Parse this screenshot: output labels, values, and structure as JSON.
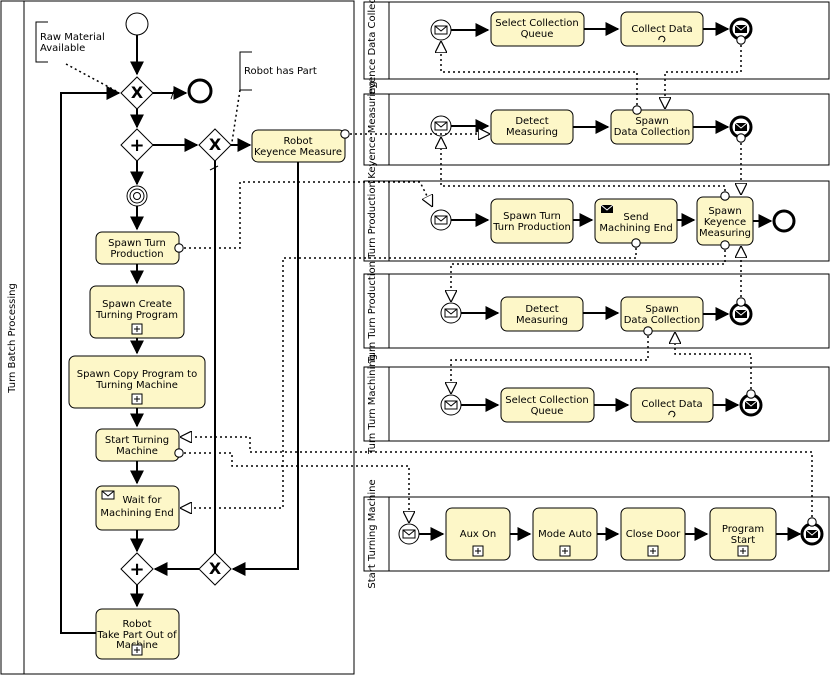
{
  "diagram": {
    "main_pool": "Turn Batch Processing",
    "lanes": {
      "keyence_data_collection": "Keyence Data Collection",
      "keyence_measuring": "Keyence Measuring",
      "turn_production": "Turn Production",
      "turn_turn_production": "Turn Turn Production",
      "turn_turn_machining": "Turn Turn Machining",
      "start_turning_machine": "Start Turning Machine"
    },
    "annotations": {
      "raw_material": [
        "Raw Material",
        "Available"
      ],
      "robot_has_part": "Robot has Part"
    },
    "tasks": {
      "robot_keyence_measure": [
        "Robot",
        "Keyence Measure"
      ],
      "spawn_turn_production": [
        "Spawn Turn",
        "Production"
      ],
      "spawn_create_turning_program": [
        "Spawn Create",
        "Turning Program"
      ],
      "spawn_copy_program": [
        "Spawn Copy Program to",
        "Turning Machine"
      ],
      "start_turning_machine": [
        "Start Turning",
        "Machine"
      ],
      "wait_for_machining_end": [
        "Wait for",
        "Machining End"
      ],
      "robot_take_part_out": [
        "Robot",
        "Take Part Out of",
        "Machine"
      ],
      "kdc_select_collection_queue": [
        "Select Collection",
        "Queue"
      ],
      "kdc_collect_data": "Collect Data",
      "km_detect_measuring": [
        "Detect",
        "Measuring"
      ],
      "km_spawn_data_collection": [
        "Spawn",
        "Data Collection"
      ],
      "tp_spawn_turn_turn_production": [
        "Spawn Turn",
        "Turn Production"
      ],
      "tp_send_machining_end": [
        "Send",
        "Machining End"
      ],
      "tp_spawn_keyence_measuring": [
        "Spawn",
        "Keyence",
        "Measuring"
      ],
      "ttp_detect_measuring": [
        "Detect",
        "Measuring"
      ],
      "ttp_spawn_data_collection": [
        "Spawn",
        "Data Collection"
      ],
      "ttm_select_collection_queue": [
        "Select Collection",
        "Queue"
      ],
      "ttm_collect_data": "Collect Data",
      "stm_aux_on": "Aux On",
      "stm_mode_auto": "Mode Auto",
      "stm_close_door": "Close Door",
      "stm_program_start": [
        "Program",
        "Start"
      ]
    }
  }
}
